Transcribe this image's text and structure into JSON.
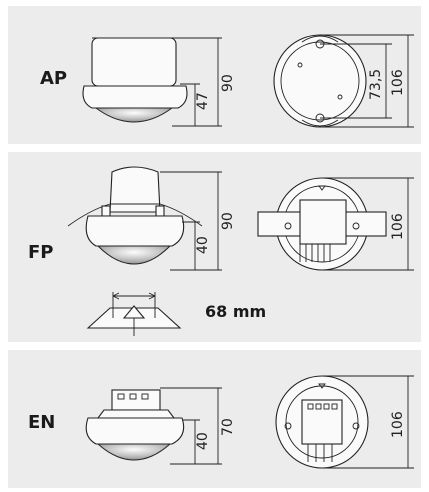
{
  "sections": [
    {
      "code": "AP",
      "side_dims": [
        "47",
        "90"
      ],
      "top_dims": [
        "73,5",
        "106"
      ]
    },
    {
      "code": "FP",
      "side_dims": [
        "40",
        "90"
      ],
      "top_dims": [
        "106"
      ],
      "cutout": "68 mm"
    },
    {
      "code": "EN",
      "side_dims": [
        "40",
        "70"
      ],
      "top_dims": [
        "106"
      ]
    }
  ]
}
